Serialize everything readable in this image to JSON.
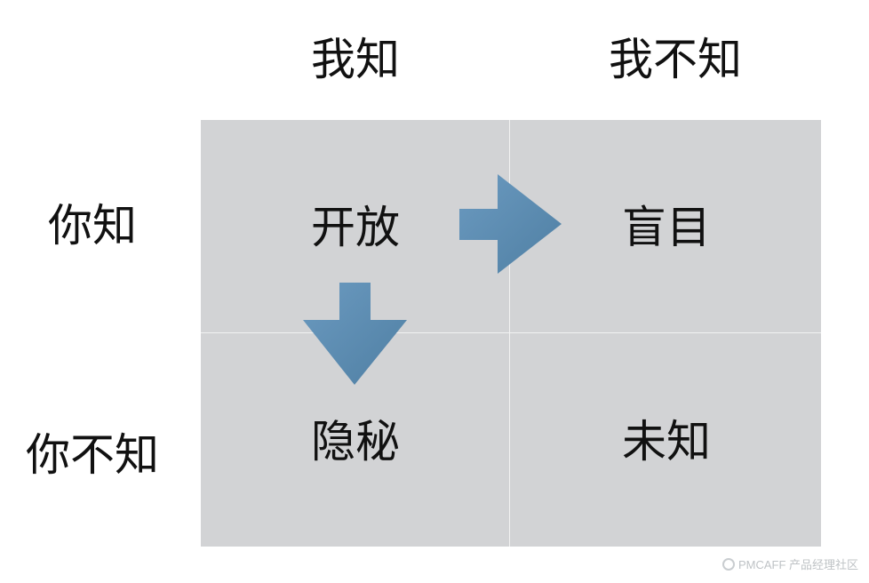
{
  "columns": [
    "我知",
    "我不知"
  ],
  "rows": [
    "你知",
    "你不知"
  ],
  "quadrants": {
    "top_left": "开放",
    "top_right": "盲目",
    "bottom_left": "隐秘",
    "bottom_right": "未知"
  },
  "colors": {
    "cell_fill": "#d2d3d5",
    "arrow": "#5f8fb2"
  },
  "watermark": {
    "text": "PMCAFF 产品经理社区"
  }
}
